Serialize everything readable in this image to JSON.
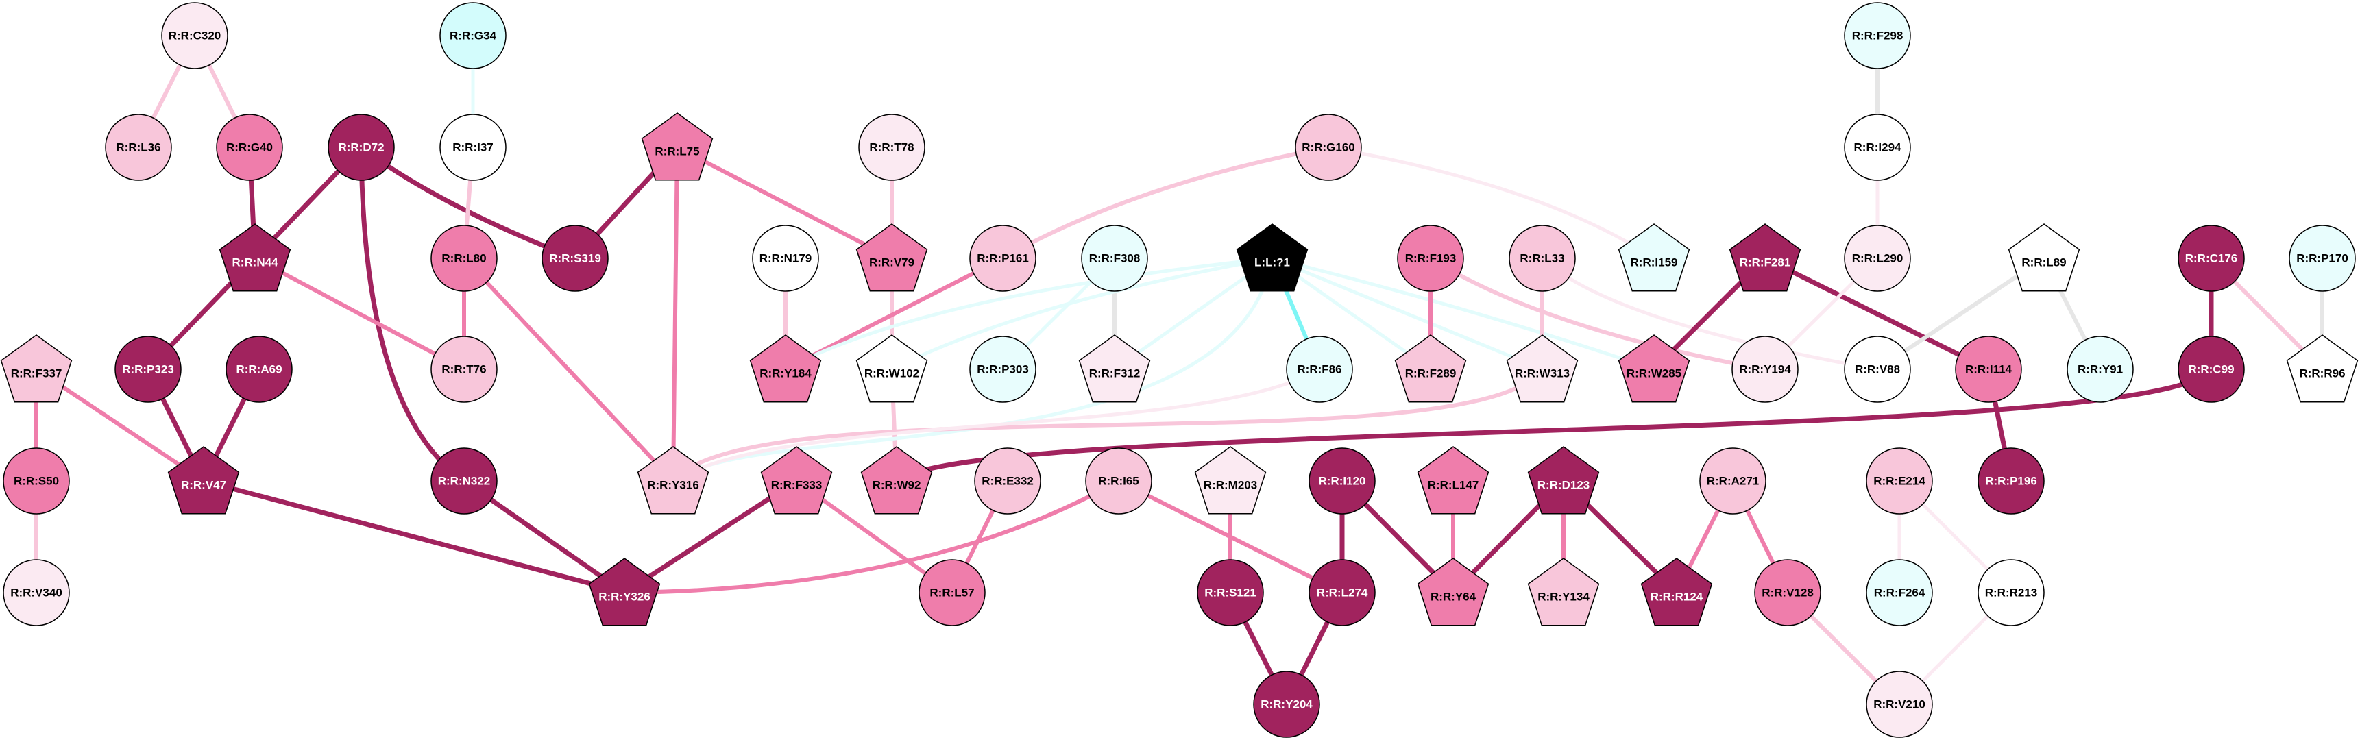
{
  "palette": {
    "dark": "#A1235E",
    "medium": "#EF7DAB",
    "light": "#F8C6DA",
    "verylight": "#FBEAF2",
    "white": "#FFFFFF",
    "cyanlight": "#E8FDFD",
    "cyan": "#D3FCFC",
    "ligand": "#000000",
    "edge_gray": "#E6E6E6",
    "edge_cyan": "#7FF5F5",
    "edge_cyanlight": "#E3FCFC"
  },
  "nodes": [
    {
      "id": "R:R:C320",
      "shape": "circle",
      "level": "verylight"
    },
    {
      "id": "R:R:G34",
      "shape": "circle",
      "level": "cyan"
    },
    {
      "id": "R:R:L36",
      "shape": "circle",
      "level": "light"
    },
    {
      "id": "R:R:G40",
      "shape": "circle",
      "level": "medium"
    },
    {
      "id": "R:R:D72",
      "shape": "circle",
      "level": "dark"
    },
    {
      "id": "R:R:I37",
      "shape": "circle",
      "level": "white"
    },
    {
      "id": "R:R:L75",
      "shape": "pentagon",
      "level": "medium"
    },
    {
      "id": "R:R:T78",
      "shape": "circle",
      "level": "verylight"
    },
    {
      "id": "R:R:G160",
      "shape": "circle",
      "level": "light"
    },
    {
      "id": "R:R:F298",
      "shape": "circle",
      "level": "cyanlight"
    },
    {
      "id": "R:R:I294",
      "shape": "circle",
      "level": "white"
    },
    {
      "id": "R:R:N44",
      "shape": "pentagon",
      "level": "dark"
    },
    {
      "id": "R:R:L80",
      "shape": "circle",
      "level": "medium"
    },
    {
      "id": "R:R:S319",
      "shape": "circle",
      "level": "dark"
    },
    {
      "id": "R:R:N179",
      "shape": "circle",
      "level": "white"
    },
    {
      "id": "R:R:V79",
      "shape": "pentagon",
      "level": "medium"
    },
    {
      "id": "R:R:P161",
      "shape": "circle",
      "level": "light"
    },
    {
      "id": "R:R:F308",
      "shape": "circle",
      "level": "cyanlight"
    },
    {
      "id": "L:L:?1",
      "shape": "pentagon",
      "level": "ligand"
    },
    {
      "id": "R:R:F193",
      "shape": "circle",
      "level": "medium"
    },
    {
      "id": "R:R:L33",
      "shape": "circle",
      "level": "light"
    },
    {
      "id": "R:R:I159",
      "shape": "pentagon",
      "level": "cyanlight"
    },
    {
      "id": "R:R:F281",
      "shape": "pentagon",
      "level": "dark"
    },
    {
      "id": "R:R:L290",
      "shape": "circle",
      "level": "verylight"
    },
    {
      "id": "R:R:L89",
      "shape": "pentagon",
      "level": "white"
    },
    {
      "id": "R:R:C176",
      "shape": "circle",
      "level": "dark"
    },
    {
      "id": "R:R:P170",
      "shape": "circle",
      "level": "cyanlight"
    },
    {
      "id": "R:R:F337",
      "shape": "pentagon",
      "level": "light"
    },
    {
      "id": "R:R:P323",
      "shape": "circle",
      "level": "dark"
    },
    {
      "id": "R:R:A69",
      "shape": "circle",
      "level": "dark"
    },
    {
      "id": "R:R:T76",
      "shape": "circle",
      "level": "light"
    },
    {
      "id": "R:R:Y184",
      "shape": "pentagon",
      "level": "medium"
    },
    {
      "id": "R:R:W102",
      "shape": "pentagon",
      "level": "white"
    },
    {
      "id": "R:R:P303",
      "shape": "circle",
      "level": "cyanlight"
    },
    {
      "id": "R:R:F312",
      "shape": "pentagon",
      "level": "verylight"
    },
    {
      "id": "R:R:F86",
      "shape": "circle",
      "level": "cyanlight"
    },
    {
      "id": "R:R:F289",
      "shape": "pentagon",
      "level": "light"
    },
    {
      "id": "R:R:W313",
      "shape": "pentagon",
      "level": "verylight"
    },
    {
      "id": "R:R:W285",
      "shape": "pentagon",
      "level": "medium"
    },
    {
      "id": "R:R:Y194",
      "shape": "circle",
      "level": "verylight"
    },
    {
      "id": "R:R:V88",
      "shape": "circle",
      "level": "white"
    },
    {
      "id": "R:R:I114",
      "shape": "circle",
      "level": "medium"
    },
    {
      "id": "R:R:Y91",
      "shape": "circle",
      "level": "cyanlight"
    },
    {
      "id": "R:R:C99",
      "shape": "circle",
      "level": "dark"
    },
    {
      "id": "R:R:R96",
      "shape": "pentagon",
      "level": "white"
    },
    {
      "id": "R:R:S50",
      "shape": "circle",
      "level": "medium"
    },
    {
      "id": "R:R:V47",
      "shape": "pentagon",
      "level": "dark"
    },
    {
      "id": "R:R:N322",
      "shape": "circle",
      "level": "dark"
    },
    {
      "id": "R:R:Y316",
      "shape": "pentagon",
      "level": "light"
    },
    {
      "id": "R:R:F333",
      "shape": "pentagon",
      "level": "medium"
    },
    {
      "id": "R:R:W92",
      "shape": "pentagon",
      "level": "medium"
    },
    {
      "id": "R:R:E332",
      "shape": "circle",
      "level": "light"
    },
    {
      "id": "R:R:I65",
      "shape": "circle",
      "level": "light"
    },
    {
      "id": "R:R:M203",
      "shape": "pentagon",
      "level": "verylight"
    },
    {
      "id": "R:R:I120",
      "shape": "circle",
      "level": "dark"
    },
    {
      "id": "R:R:L147",
      "shape": "pentagon",
      "level": "medium"
    },
    {
      "id": "R:R:D123",
      "shape": "pentagon",
      "level": "dark"
    },
    {
      "id": "R:R:A271",
      "shape": "circle",
      "level": "light"
    },
    {
      "id": "R:R:E214",
      "shape": "circle",
      "level": "light"
    },
    {
      "id": "R:R:P196",
      "shape": "circle",
      "level": "dark"
    },
    {
      "id": "R:R:V340",
      "shape": "circle",
      "level": "verylight"
    },
    {
      "id": "R:R:Y326",
      "shape": "pentagon",
      "level": "dark"
    },
    {
      "id": "R:R:L57",
      "shape": "circle",
      "level": "medium"
    },
    {
      "id": "R:R:S121",
      "shape": "circle",
      "level": "dark"
    },
    {
      "id": "R:R:L274",
      "shape": "circle",
      "level": "dark"
    },
    {
      "id": "R:R:Y64",
      "shape": "pentagon",
      "level": "medium"
    },
    {
      "id": "R:R:Y134",
      "shape": "pentagon",
      "level": "light"
    },
    {
      "id": "R:R:R124",
      "shape": "pentagon",
      "level": "dark"
    },
    {
      "id": "R:R:V128",
      "shape": "circle",
      "level": "medium"
    },
    {
      "id": "R:R:F264",
      "shape": "circle",
      "level": "cyanlight"
    },
    {
      "id": "R:R:R213",
      "shape": "circle",
      "level": "white"
    },
    {
      "id": "R:R:Y204",
      "shape": "circle",
      "level": "dark"
    },
    {
      "id": "R:R:V210",
      "shape": "circle",
      "level": "verylight"
    }
  ],
  "edges": [
    [
      "R:R:C320",
      "R:R:L36",
      "light"
    ],
    [
      "R:R:C320",
      "R:R:G40",
      "light"
    ],
    [
      "R:R:G34",
      "R:R:I37",
      "edge_cyanlight"
    ],
    [
      "R:R:G40",
      "R:R:N44",
      "dark"
    ],
    [
      "R:R:D72",
      "R:R:N44",
      "dark"
    ],
    [
      "R:R:D72",
      "R:R:S319",
      "dark"
    ],
    [
      "R:R:D72",
      "R:R:N322",
      "dark"
    ],
    [
      "R:R:I37",
      "R:R:L80",
      "light"
    ],
    [
      "R:R:L75",
      "R:R:S319",
      "dark"
    ],
    [
      "R:R:L75",
      "R:R:Y316",
      "medium"
    ],
    [
      "R:R:L75",
      "R:R:V79",
      "medium"
    ],
    [
      "R:R:N44",
      "R:R:P323",
      "dark"
    ],
    [
      "R:R:N44",
      "R:R:T76",
      "medium"
    ],
    [
      "R:R:L80",
      "R:R:T76",
      "medium"
    ],
    [
      "R:R:L80",
      "R:R:Y316",
      "medium"
    ],
    [
      "R:R:N179",
      "R:R:Y184",
      "light"
    ],
    [
      "R:R:F337",
      "R:R:S50",
      "medium"
    ],
    [
      "R:R:F337",
      "R:R:V47",
      "medium"
    ],
    [
      "R:R:P323",
      "R:R:V47",
      "dark"
    ],
    [
      "R:R:A69",
      "R:R:V47",
      "dark"
    ],
    [
      "R:R:S50",
      "R:R:V340",
      "light"
    ],
    [
      "R:R:V47",
      "R:R:Y326",
      "dark"
    ],
    [
      "R:R:N322",
      "R:R:Y326",
      "dark"
    ],
    [
      "R:R:F333",
      "R:R:Y326",
      "dark"
    ],
    [
      "R:R:Y326",
      "R:R:I65",
      "medium"
    ],
    [
      "R:R:T78",
      "R:R:V79",
      "light"
    ],
    [
      "R:R:V79",
      "R:R:W102",
      "light"
    ],
    [
      "R:R:W102",
      "R:R:W92",
      "light"
    ],
    [
      "R:R:P161",
      "R:R:Y184",
      "medium"
    ],
    [
      "R:R:G160",
      "R:R:P161",
      "light"
    ],
    [
      "R:R:G160",
      "R:R:I159",
      "verylight"
    ],
    [
      "R:R:F308",
      "R:R:P303",
      "edge_cyanlight"
    ],
    [
      "R:R:F308",
      "R:R:F312",
      "edge_gray"
    ],
    [
      "L:L:?1",
      "R:R:F312",
      "edge_cyanlight"
    ],
    [
      "L:L:?1",
      "R:R:F86",
      "edge_cyan"
    ],
    [
      "L:L:?1",
      "R:R:W102",
      "edge_cyanlight"
    ],
    [
      "L:L:?1",
      "R:R:Y184",
      "edge_cyanlight"
    ],
    [
      "L:L:?1",
      "R:R:Y316",
      "edge_cyanlight"
    ],
    [
      "L:L:?1",
      "R:R:F289",
      "edge_cyanlight"
    ],
    [
      "L:L:?1",
      "R:R:W313",
      "edge_cyanlight"
    ],
    [
      "L:L:?1",
      "R:R:W285",
      "edge_cyanlight"
    ],
    [
      "R:R:F193",
      "R:R:F289",
      "medium"
    ],
    [
      "R:R:F193",
      "R:R:Y194",
      "light"
    ],
    [
      "R:R:L33",
      "R:R:W313",
      "light"
    ],
    [
      "R:R:L33",
      "R:R:V88",
      "verylight"
    ],
    [
      "R:R:W313",
      "R:R:Y316",
      "light"
    ],
    [
      "R:R:F86",
      "R:R:Y316",
      "verylight"
    ],
    [
      "R:R:W92",
      "R:R:C99",
      "dark"
    ],
    [
      "R:R:F281",
      "R:R:W285",
      "dark"
    ],
    [
      "R:R:F281",
      "R:R:I114",
      "dark"
    ],
    [
      "R:R:I114",
      "R:R:P196",
      "dark"
    ],
    [
      "R:R:C176",
      "R:R:C99",
      "dark"
    ],
    [
      "R:R:C176",
      "R:R:R96",
      "light"
    ],
    [
      "R:R:P170",
      "R:R:R96",
      "edge_gray"
    ],
    [
      "R:R:L89",
      "R:R:V88",
      "edge_gray"
    ],
    [
      "R:R:L89",
      "R:R:Y91",
      "edge_gray"
    ],
    [
      "R:R:F298",
      "R:R:I294",
      "edge_gray"
    ],
    [
      "R:R:I294",
      "R:R:L290",
      "verylight"
    ],
    [
      "R:R:L290",
      "R:R:Y194",
      "verylight"
    ],
    [
      "R:R:E332",
      "R:R:L57",
      "medium"
    ],
    [
      "R:R:F333",
      "R:R:L57",
      "medium"
    ],
    [
      "R:R:I65",
      "R:R:L274",
      "medium"
    ],
    [
      "R:R:M203",
      "R:R:S121",
      "medium"
    ],
    [
      "R:R:I120",
      "R:R:L274",
      "dark"
    ],
    [
      "R:R:I120",
      "R:R:Y64",
      "dark"
    ],
    [
      "R:R:L147",
      "R:R:Y64",
      "medium"
    ],
    [
      "R:R:D123",
      "R:R:Y64",
      "dark"
    ],
    [
      "R:R:D123",
      "R:R:Y134",
      "medium"
    ],
    [
      "R:R:D123",
      "R:R:R124",
      "dark"
    ],
    [
      "R:R:S121",
      "R:R:Y204",
      "dark"
    ],
    [
      "R:R:L274",
      "R:R:Y204",
      "dark"
    ],
    [
      "R:R:A271",
      "R:R:R124",
      "medium"
    ],
    [
      "R:R:A271",
      "R:R:V128",
      "medium"
    ],
    [
      "R:R:V128",
      "R:R:V210",
      "light"
    ],
    [
      "R:R:E214",
      "R:R:F264",
      "verylight"
    ],
    [
      "R:R:E214",
      "R:R:R213",
      "verylight"
    ],
    [
      "R:R:R213",
      "R:R:V210",
      "verylight"
    ]
  ]
}
